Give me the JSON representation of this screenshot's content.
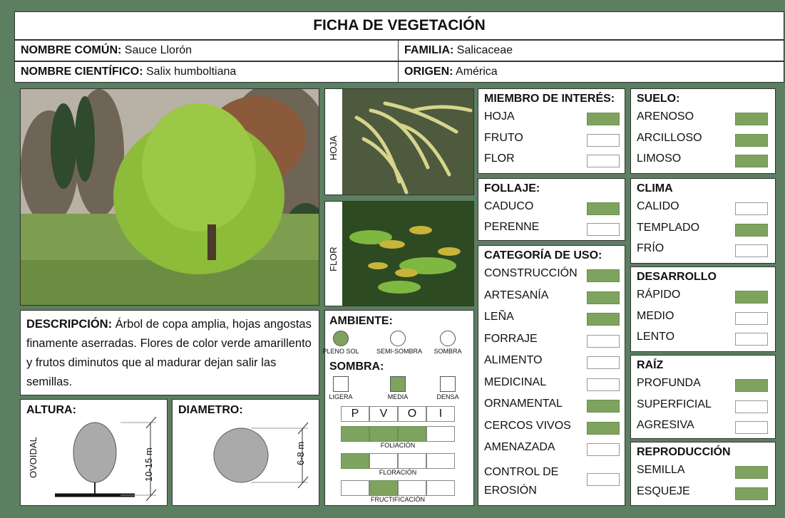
{
  "title": "FICHA DE VEGETACIÓN",
  "info": {
    "common_label": "NOMBRE COMÚN:",
    "common_value": " Sauce Llorón",
    "family_label": "FAMILIA:",
    "family_value": " Salicaceae",
    "sci_label": "NOMBRE CIENTÍFICO:",
    "sci_value": " Salix humboltiana",
    "origin_label": "ORIGEN:",
    "origin_value": " América"
  },
  "photos": {
    "hoja_label": "HOJA",
    "flor_label": "FLOR"
  },
  "description": {
    "label": "DESCRIPCIÓN:",
    "text": " Árbol de copa amplia, hojas angostas finamente aserradas. Flores de color verde amarillento y frutos diminutos que al madurar dejan salir las semillas."
  },
  "altura": {
    "label": "ALTURA:",
    "form": "OVOIDAL",
    "height": "10-15 m"
  },
  "diametro": {
    "label": "DIAMETRO:",
    "value": "6-8 m"
  },
  "ambiente": {
    "label": "AMBIENTE:",
    "options": [
      {
        "label": "PLENO SOL",
        "on": true
      },
      {
        "label": "SEMI-SOMBRA",
        "on": false
      },
      {
        "label": "SOMBRA",
        "on": false
      }
    ]
  },
  "sombra": {
    "label": "SOMBRA:",
    "options": [
      {
        "label": "LIGERA",
        "on": false
      },
      {
        "label": "MEDIA",
        "on": true
      },
      {
        "label": "DENSA",
        "on": false
      }
    ]
  },
  "phenology": {
    "seasons": [
      "P",
      "V",
      "O",
      "I"
    ],
    "rows": [
      {
        "label": "FOLIACIÓN",
        "cells": [
          true,
          true,
          true,
          false
        ]
      },
      {
        "label": "FLORACIÓN",
        "cells": [
          true,
          false,
          false,
          false
        ]
      },
      {
        "label": "FRUCTIFICACIÓN",
        "cells": [
          false,
          true,
          false,
          false
        ]
      }
    ]
  },
  "miembro": {
    "label": "MIEMBRO DE INTERÉS:",
    "items": [
      {
        "label": "HOJA",
        "on": true
      },
      {
        "label": "FRUTO",
        "on": false
      },
      {
        "label": "FLOR",
        "on": false
      }
    ]
  },
  "follaje": {
    "label": "FOLLAJE:",
    "items": [
      {
        "label": "CADUCO",
        "on": true
      },
      {
        "label": "PERENNE",
        "on": false
      }
    ]
  },
  "uso": {
    "label": "CATEGORÍA DE USO:",
    "items": [
      {
        "label": "CONSTRUCCIÓN",
        "on": true
      },
      {
        "label": "ARTESANÍA",
        "on": true
      },
      {
        "label": "LEÑA",
        "on": true
      },
      {
        "label": "FORRAJE",
        "on": false
      },
      {
        "label": "ALIMENTO",
        "on": false
      },
      {
        "label": "MEDICINAL",
        "on": false
      },
      {
        "label": "ORNAMENTAL",
        "on": true
      },
      {
        "label": "CERCOS VIVOS",
        "on": true
      },
      {
        "label": "AMENAZADA",
        "on": false
      },
      {
        "label": "CONTROL DE EROSIÓN",
        "on": false
      }
    ]
  },
  "suelo": {
    "label": "SUELO:",
    "items": [
      {
        "label": "ARENOSO",
        "on": true
      },
      {
        "label": "ARCILLOSO",
        "on": true
      },
      {
        "label": "LIMOSO",
        "on": true
      }
    ]
  },
  "clima": {
    "label": "CLIMA",
    "items": [
      {
        "label": "CALIDO",
        "on": false
      },
      {
        "label": "TEMPLADO",
        "on": true
      },
      {
        "label": "FRÍO",
        "on": false
      }
    ]
  },
  "desarrollo": {
    "label": "DESARROLLO",
    "items": [
      {
        "label": "RÁPIDO",
        "on": true
      },
      {
        "label": "MEDIO",
        "on": false
      },
      {
        "label": "LENTO",
        "on": false
      }
    ]
  },
  "raiz": {
    "label": "RAÍZ",
    "items": [
      {
        "label": "PROFUNDA",
        "on": true
      },
      {
        "label": "SUPERFICIAL",
        "on": false
      },
      {
        "label": "AGRESIVA",
        "on": false
      }
    ]
  },
  "reproduccion": {
    "label": "REPRODUCCIÓN",
    "items": [
      {
        "label": "SEMILLA",
        "on": true
      },
      {
        "label": "ESQUEJE",
        "on": true
      }
    ]
  },
  "colors": {
    "check": "#7ea35f",
    "frame": "#5b7f60"
  }
}
